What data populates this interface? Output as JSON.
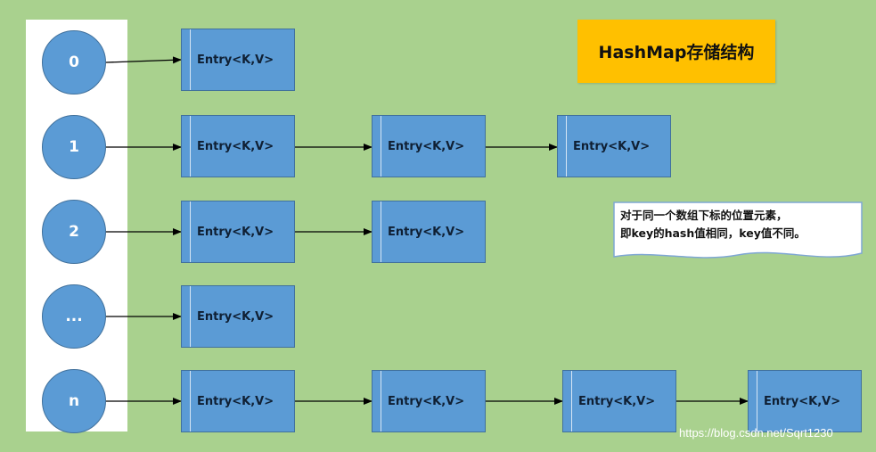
{
  "title": "HashMap存储结构",
  "buckets": [
    {
      "label": "0",
      "entries": [
        "Entry<K,V>"
      ]
    },
    {
      "label": "1",
      "entries": [
        "Entry<K,V>",
        "Entry<K,V>",
        "Entry<K,V>"
      ]
    },
    {
      "label": "2",
      "entries": [
        "Entry<K,V>",
        "Entry<K,V>"
      ]
    },
    {
      "label": "...",
      "entries": [
        "Entry<K,V>"
      ]
    },
    {
      "label": "n",
      "entries": [
        "Entry<K,V>",
        "Entry<K,V>",
        "Entry<K,V>",
        "Entry<K,V>"
      ]
    }
  ],
  "note": {
    "line1": "对于同一个数组下标的位置元素，",
    "line2": "即key的hash值相同，key值不同。"
  },
  "watermark": "https://blog.csdn.net/Sqrt1230",
  "colors": {
    "background": "#a9d18e",
    "node_fill": "#5b9bd5",
    "node_border": "#41719c",
    "title_fill": "#ffc000",
    "note_fill": "#ffffff"
  }
}
